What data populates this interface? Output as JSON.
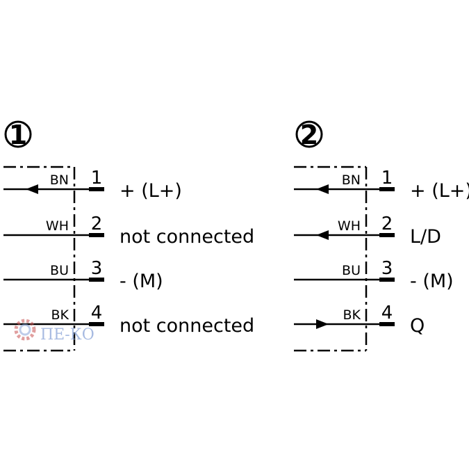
{
  "diagrams": [
    {
      "marker": "1",
      "pins": [
        {
          "wire": "BN",
          "pin": "1",
          "signal": "+ (L+)",
          "arrow": "in"
        },
        {
          "wire": "WH",
          "pin": "2",
          "signal": "not connected",
          "arrow": "none"
        },
        {
          "wire": "BU",
          "pin": "3",
          "signal": "- (M)",
          "arrow": "none"
        },
        {
          "wire": "BK",
          "pin": "4",
          "signal": "not connected",
          "arrow": "none"
        }
      ]
    },
    {
      "marker": "2",
      "pins": [
        {
          "wire": "BN",
          "pin": "1",
          "signal": "+ (L+)",
          "arrow": "in"
        },
        {
          "wire": "WH",
          "pin": "2",
          "signal": "L/D",
          "arrow": "in"
        },
        {
          "wire": "BU",
          "pin": "3",
          "signal": "- (M)",
          "arrow": "none"
        },
        {
          "wire": "BK",
          "pin": "4",
          "signal": "Q",
          "arrow": "out"
        }
      ]
    }
  ],
  "watermark": {
    "text": "ПЕ-КО",
    "icon": "gear-icon",
    "color": "#8aa4d8"
  }
}
